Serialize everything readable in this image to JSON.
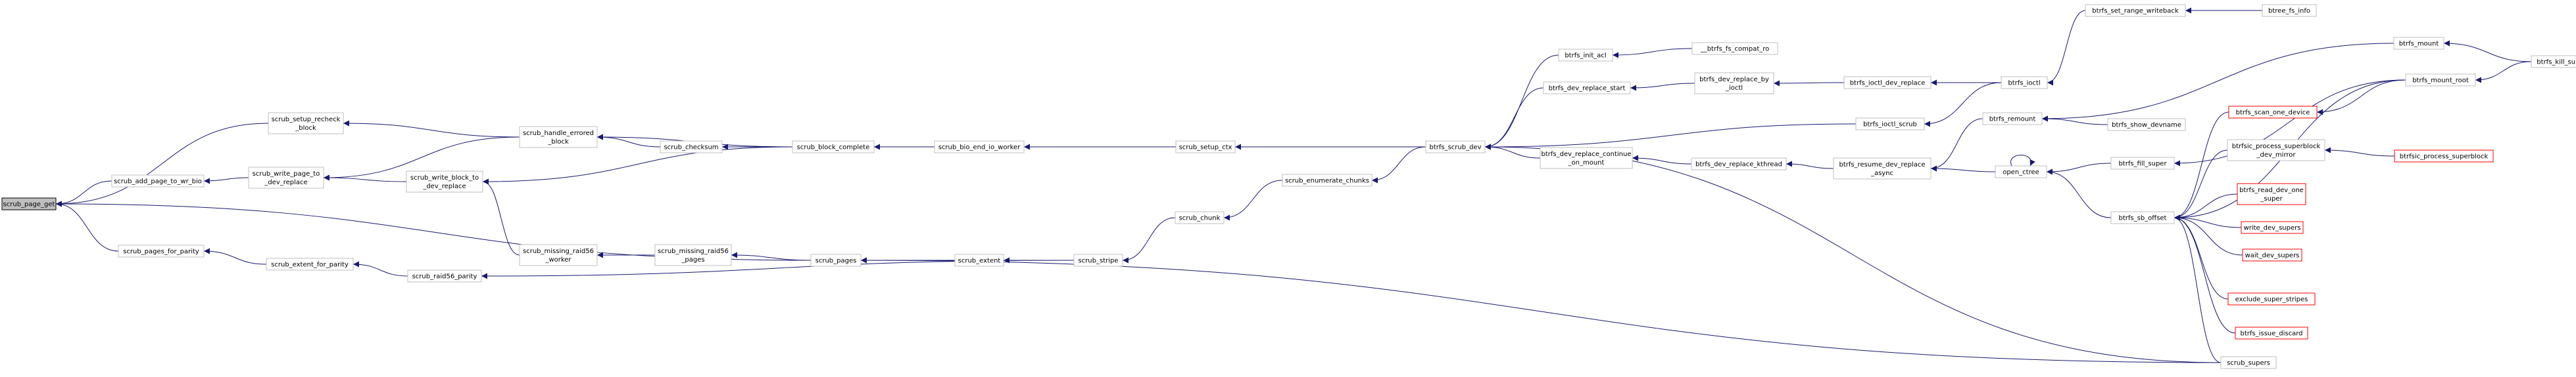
{
  "colors": {
    "edge": "#191970",
    "node_border": "#bfbfbf",
    "node_fill": "#ffffff",
    "red_border": "#ff0000",
    "root_fill": "#bfbfbf",
    "root_border": "#000000"
  },
  "nodes": {
    "scrub_page_get": {
      "lines": [
        "scrub_page_get"
      ],
      "style": "root"
    },
    "scrub_setup_recheck_block": {
      "lines": [
        "scrub_setup_recheck",
        "_block"
      ]
    },
    "scrub_add_page_to_wr_bio": {
      "lines": [
        "scrub_add_page_to_wr_bio"
      ]
    },
    "scrub_write_page_to_dev_replace": {
      "lines": [
        "scrub_write_page_to",
        "_dev_replace"
      ]
    },
    "scrub_handle_errored_block": {
      "lines": [
        "scrub_handle_errored",
        "_block"
      ]
    },
    "scrub_write_block_to_dev_replace": {
      "lines": [
        "scrub_write_block_to",
        "_dev_replace"
      ]
    },
    "scrub_checksum": {
      "lines": [
        "scrub_checksum"
      ]
    },
    "scrub_block_complete": {
      "lines": [
        "scrub_block_complete"
      ]
    },
    "scrub_bio_end_io_worker": {
      "lines": [
        "scrub_bio_end_io_worker"
      ]
    },
    "scrub_setup_ctx": {
      "lines": [
        "scrub_setup_ctx"
      ]
    },
    "btrfs_scrub_dev": {
      "lines": [
        "btrfs_scrub_dev"
      ]
    },
    "scrub_missing_raid56_worker": {
      "lines": [
        "scrub_missing_raid56",
        "_worker"
      ]
    },
    "scrub_missing_raid56_pages": {
      "lines": [
        "scrub_missing_raid56",
        "_pages"
      ]
    },
    "scrub_pages": {
      "lines": [
        "scrub_pages"
      ]
    },
    "scrub_pages_for_parity": {
      "lines": [
        "scrub_pages_for_parity"
      ]
    },
    "scrub_extent_for_parity": {
      "lines": [
        "scrub_extent_for_parity"
      ]
    },
    "scrub_raid56_parity": {
      "lines": [
        "scrub_raid56_parity"
      ]
    },
    "scrub_extent": {
      "lines": [
        "scrub_extent"
      ]
    },
    "scrub_stripe": {
      "lines": [
        "scrub_stripe"
      ]
    },
    "scrub_chunk": {
      "lines": [
        "scrub_chunk"
      ]
    },
    "scrub_enumerate_chunks": {
      "lines": [
        "scrub_enumerate_chunks"
      ]
    },
    "btrfs_init_acl": {
      "lines": [
        "btrfs_init_acl"
      ]
    },
    "btrfs_fs_compat_ro": {
      "lines": [
        "__btrfs_fs_compat_ro"
      ]
    },
    "btrfs_dev_replace_start": {
      "lines": [
        "btrfs_dev_replace_start"
      ]
    },
    "btrfs_dev_replace_by_ioctl": {
      "lines": [
        "btrfs_dev_replace_by",
        "_ioctl"
      ]
    },
    "btrfs_ioctl_dev_replace": {
      "lines": [
        "btrfs_ioctl_dev_replace"
      ]
    },
    "btrfs_ioctl": {
      "lines": [
        "btrfs_ioctl"
      ]
    },
    "btrfs_ioctl_scrub": {
      "lines": [
        "btrfs_ioctl_scrub"
      ]
    },
    "btrfs_set_range_writeback": {
      "lines": [
        "btrfs_set_range_writeback"
      ]
    },
    "btree_fs_info": {
      "lines": [
        "btree_fs_info"
      ]
    },
    "btrfs_dev_replace_continue_on_mount": {
      "lines": [
        "btrfs_dev_replace_continue",
        "_on_mount"
      ]
    },
    "btrfs_dev_replace_kthread": {
      "lines": [
        "btrfs_dev_replace_kthread"
      ]
    },
    "btrfs_resume_dev_replace_async": {
      "lines": [
        "btrfs_resume_dev_replace",
        "_async"
      ]
    },
    "btrfs_remount": {
      "lines": [
        "btrfs_remount"
      ]
    },
    "btrfs_show_devname": {
      "lines": [
        "btrfs_show_devname"
      ]
    },
    "open_ctree": {
      "lines": [
        "open_ctree"
      ]
    },
    "btrfs_fill_super": {
      "lines": [
        "btrfs_fill_super"
      ]
    },
    "btrfs_mount": {
      "lines": [
        "btrfs_mount"
      ]
    },
    "btrfs_mount_root": {
      "lines": [
        "btrfs_mount_root"
      ]
    },
    "btrfs_kill_super": {
      "lines": [
        "btrfs_kill_super"
      ]
    },
    "btrfs_scan_one_device": {
      "lines": [
        "btrfs_scan_one_device"
      ],
      "style": "red"
    },
    "btrfsic_process_superblock_dev_mirror": {
      "lines": [
        "btrfsic_process_superblock",
        "_dev_mirror"
      ]
    },
    "btrfsic_process_superblock": {
      "lines": [
        "btrfsic_process_superblock"
      ],
      "style": "red"
    },
    "btrfs_sb_offset": {
      "lines": [
        "btrfs_sb_offset"
      ]
    },
    "btrfs_read_dev_one_super": {
      "lines": [
        "btrfs_read_dev_one",
        "_super"
      ],
      "style": "red"
    },
    "write_dev_supers": {
      "lines": [
        "write_dev_supers"
      ],
      "style": "red"
    },
    "wait_dev_supers": {
      "lines": [
        "wait_dev_supers"
      ],
      "style": "red"
    },
    "exclude_super_stripes": {
      "lines": [
        "exclude_super_stripes"
      ],
      "style": "red"
    },
    "btrfs_issue_discard": {
      "lines": [
        "btrfs_issue_discard"
      ],
      "style": "red"
    },
    "scrub_supers": {
      "lines": [
        "scrub_supers"
      ]
    }
  }
}
